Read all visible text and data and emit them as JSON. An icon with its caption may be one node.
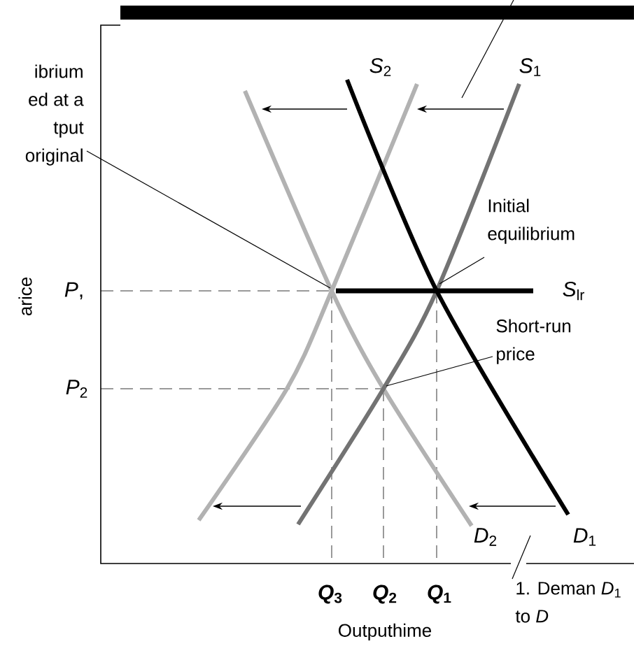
{
  "diagram": {
    "nodes": [
      {
        "text": [
          "ibrium ed at a tput original"
        ]
      },
      {
        "text": [
          "Initial equilibrium"
        ]
      },
      {
        "text": [
          "Short-run price"
        ]
      },
      {
        "text": [
          "1. Deman *D*$_{1}$ to *D*"
        ]
      }
    ],
    "edges": [
      {
        "from": 0,
        "to": null,
        "arrow": "none"
      },
      {
        "from": 1,
        "to": null,
        "arrow": "none"
      },
      {
        "from": 2,
        "to": null,
        "arrow": "none"
      },
      {
        "from": 3,
        "to": null,
        "arrow": "none"
      }
    ],
    "labels": [
      "*S*$_{2}$",
      "*S*$_{1}$",
      "arice",
      "*P*,",
      "*S*$_{lr}$",
      "*P*$_{2}$",
      "*D*$_{2}$",
      "*D*$_{1}$",
      "*Q*$_{3}$",
      "*Q*$_{2}$",
      "*Q*$_{1}$",
      "Outputhime"
    ]
  }
}
